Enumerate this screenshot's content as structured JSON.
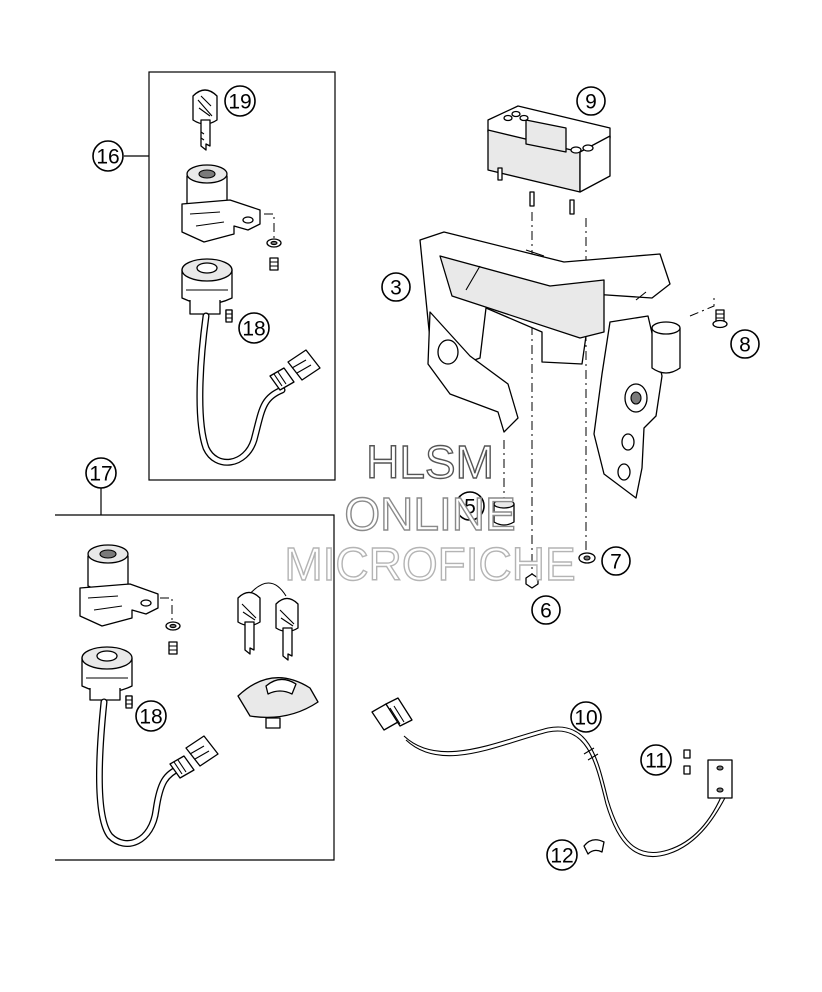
{
  "diagram": {
    "callouts": {
      "c3": "3",
      "c5": "5",
      "c6": "6",
      "c7": "7",
      "c8": "8",
      "c9": "9",
      "c10": "10",
      "c11": "11",
      "c12": "12",
      "c16": "16",
      "c17": "17",
      "c18a": "18",
      "c18b": "18",
      "c19": "19"
    }
  },
  "watermark": {
    "line1": "HLSM",
    "line2": "ONLINE",
    "line3": "MICROFICHE",
    "colors": {
      "line1": "#555555",
      "line2": "#8a8a8a",
      "line3": "#b4b4b4"
    }
  }
}
